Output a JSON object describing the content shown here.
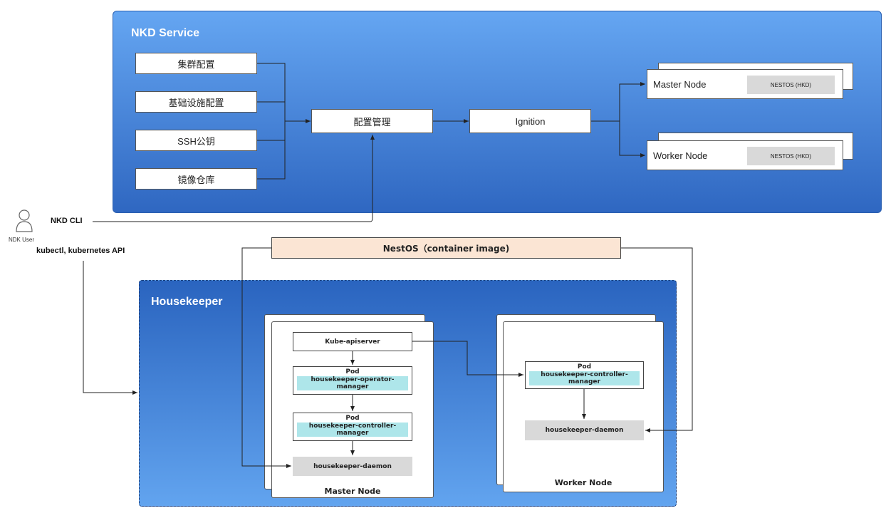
{
  "nkd": {
    "title": "NKD Service",
    "inputs": [
      "集群配置",
      "基础设施配置",
      "SSH公钥",
      "镜像仓库"
    ],
    "config_mgmt": "配置管理",
    "ignition": "Ignition",
    "master_node": "Master Node",
    "worker_node": "Worker Node",
    "os_tag": "NESTOS (HKD)"
  },
  "user": {
    "label": "NDK User",
    "cli_label": "NKD CLI",
    "api_label": "kubectl, kubernetes API"
  },
  "nestos_image": "NestOS（container image)",
  "housekeeper": {
    "title": "Housekeeper",
    "master": {
      "caption": "Master Node",
      "apiserver": "Kube-apiserver",
      "operator_pod_title": "Pod",
      "operator_pod_name": "housekeeper-operator-manager",
      "controller_pod_title": "Pod",
      "controller_pod_name": "housekeeper-controller-manager",
      "daemon": "housekeeper-daemon"
    },
    "worker": {
      "caption": "Worker Node",
      "controller_pod_title": "Pod",
      "controller_pod_name": "housekeeper-controller-manager",
      "daemon": "housekeeper-daemon"
    }
  },
  "colors": {
    "panel_light": "#65a6f2",
    "panel_dark": "#2f67c1",
    "pod_highlight": "#aee6ea",
    "nestos_fill": "#fbe5d4",
    "tag_gray": "#d9d9d9"
  }
}
